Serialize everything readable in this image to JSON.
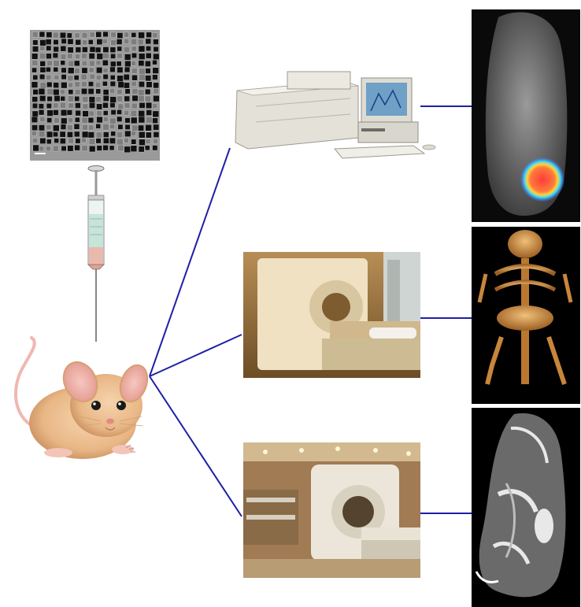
{
  "diagram": {
    "connector_color": "#1f1fa8",
    "panels": {
      "nanoparticle_tem": {
        "kind": "micrograph",
        "palette": [
          "#111111",
          "#7d7d7d",
          "#cfcfcf"
        ]
      },
      "syringe": {
        "kind": "injection"
      },
      "mouse": {
        "kind": "animal",
        "fur": "#eec49a"
      },
      "optical_imager": {
        "kind": "instrument",
        "screen": "#6fa0c6"
      },
      "ct_scanner": {
        "kind": "instrument",
        "shell": "#efe1c2"
      },
      "mri_scanner": {
        "kind": "instrument",
        "shell": "#ece6da"
      },
      "optical_image": {
        "kind": "result",
        "hotspot": [
          "#ff3b3b",
          "#ffd23b",
          "#3bd9ff",
          "#3b6bff"
        ]
      },
      "ct_render": {
        "kind": "result",
        "bone": "#e0a25a"
      },
      "mri_slice": {
        "kind": "result",
        "tissue": "#e8e8e8"
      }
    }
  }
}
